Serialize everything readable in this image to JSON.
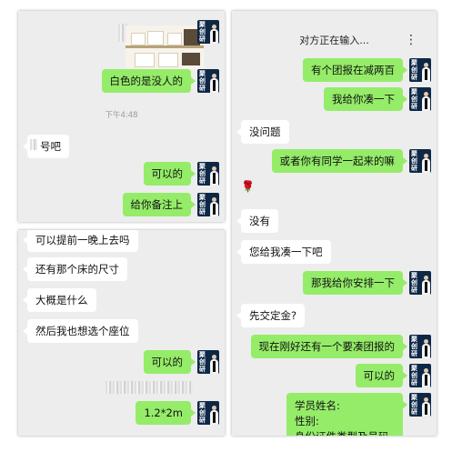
{
  "panel1": {
    "msg_white_room": "白色的是没人的",
    "timestamp": "下午4:48",
    "msg_number": "号吧",
    "msg_ok": "可以的",
    "msg_note": "给你备注上"
  },
  "panel2": {
    "msg_earlier": "可以提前一晚上去吗",
    "msg_bed_size": "还有那个床的尺寸",
    "msg_roughly": "大概是什么",
    "msg_seat": "然后我也想选个座位",
    "msg_ok": "可以的",
    "msg_bed": "1.2*2m"
  },
  "panel3": {
    "header_title": "对方正在输入...",
    "more_icon": "⋮",
    "msg_group_discount": "有个团报在减两百",
    "msg_help_gather": "我给你凑一下",
    "msg_no_problem": "没问题",
    "msg_classmate": "或者你有同学一起来的嘛",
    "msg_rose": "🌹",
    "msg_none": "没有",
    "msg_gather_for_me": "您给我凑一下吧",
    "msg_arrange": "那我给你安排一下",
    "msg_deposit": "先交定金?",
    "msg_another_group": "现在刚好还有一个要凑团报的",
    "msg_ok": "可以的",
    "form_name": "学员姓名:",
    "form_gender": "性别:",
    "form_id": "身份证件类型及号码"
  },
  "avatar": {
    "brand_text": "聚创研"
  },
  "colors": {
    "chat_background": "#ededed",
    "sent_bubble": "#95ec69",
    "received_bubble": "#ffffff",
    "avatar_background": "#0d2747"
  }
}
